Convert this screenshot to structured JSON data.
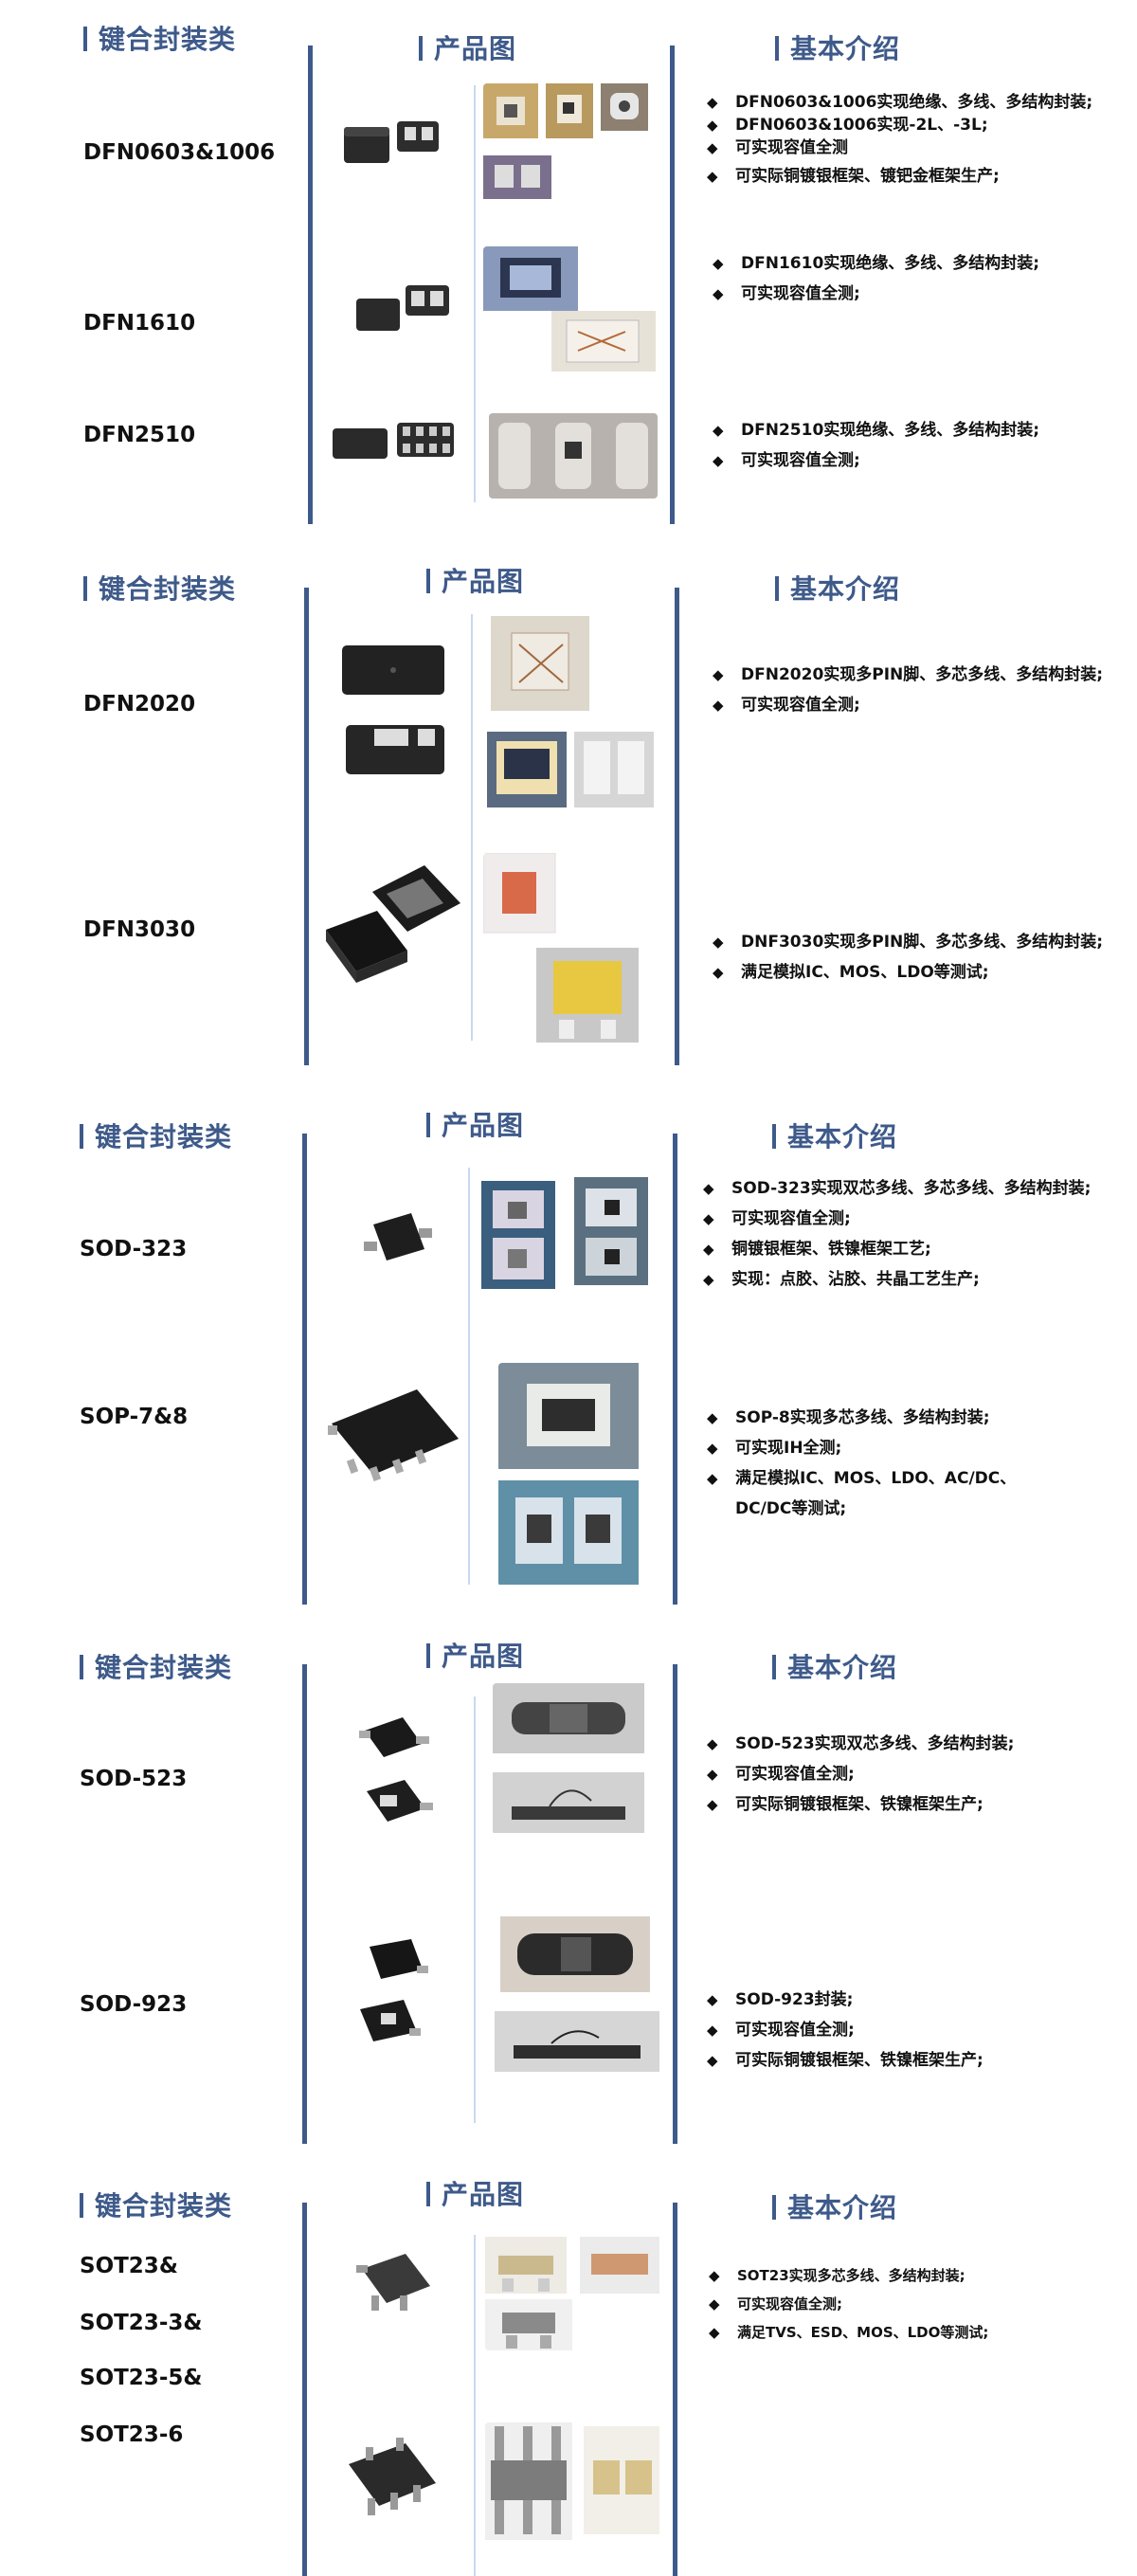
{
  "headers": {
    "category": "键合封装类",
    "product_image": "产品图",
    "intro": "基本介绍"
  },
  "sections": [
    {
      "packages": [
        {
          "name": "DFN0603&1006",
          "bullets": [
            "DFN0603&1006实现绝缘、多线、多结构封装;",
            "DFN0603&1006实现-2L、-3L;",
            "可实现容值全测",
            "可实际铜镀银框架、镀钯金框架生产;"
          ]
        },
        {
          "name": "DFN1610",
          "bullets": [
            "DFN1610实现绝缘、多线、多结构封装;",
            "可实现容值全测;"
          ]
        },
        {
          "name": "DFN2510",
          "bullets": [
            "DFN2510实现绝缘、多线、多结构封装;",
            "可实现容值全测;"
          ]
        }
      ]
    },
    {
      "packages": [
        {
          "name": "DFN2020",
          "bullets": [
            "DFN2020实现多PIN脚、多芯多线、多结构封装;",
            "可实现容值全测;"
          ]
        },
        {
          "name": "DFN3030",
          "bullets": [
            "DNF3030实现多PIN脚、多芯多线、多结构封装;",
            "满足模拟IC、MOS、LDO等测试;"
          ]
        }
      ]
    },
    {
      "packages": [
        {
          "name": "SOD-323",
          "bullets": [
            "SOD-323实现双芯多线、多芯多线、多结构封装;",
            "可实现容值全测;",
            "铜镀银框架、铁镍框架工艺;",
            "实现：点胶、沾胶、共晶工艺生产;"
          ]
        },
        {
          "name": "SOP-7&8",
          "bullets": [
            "SOP-8实现多芯多线、多结构封装;",
            "可实现IH全测;",
            "满足模拟IC、MOS、LDO、AC/DC、",
            "DC/DC等测试;"
          ]
        }
      ]
    },
    {
      "packages": [
        {
          "name": "SOD-523",
          "bullets": [
            "SOD-523实现双芯多线、多结构封装;",
            "可实现容值全测;",
            "可实际铜镀银框架、铁镍框架生产;"
          ]
        },
        {
          "name": "SOD-923",
          "bullets": [
            "SOD-923封装;",
            "可实现容值全测;",
            "可实际铜镀银框架、铁镍框架生产;"
          ]
        }
      ]
    },
    {
      "packages": [
        {
          "name": "SOT23&"
        },
        {
          "name": "SOT23-3&"
        },
        {
          "name": "SOT23-5&"
        },
        {
          "name": "SOT23-6"
        }
      ],
      "bullets": [
        "SOT23实现多芯多线、多结构封装;",
        "可实现容值全测;",
        "满足TVS、ESD、MOS、LDO等测试;"
      ]
    }
  ],
  "bullet_glyph": "◆",
  "colors": {
    "accent": "#3e5a8a",
    "divider": "#c9d8ee"
  }
}
